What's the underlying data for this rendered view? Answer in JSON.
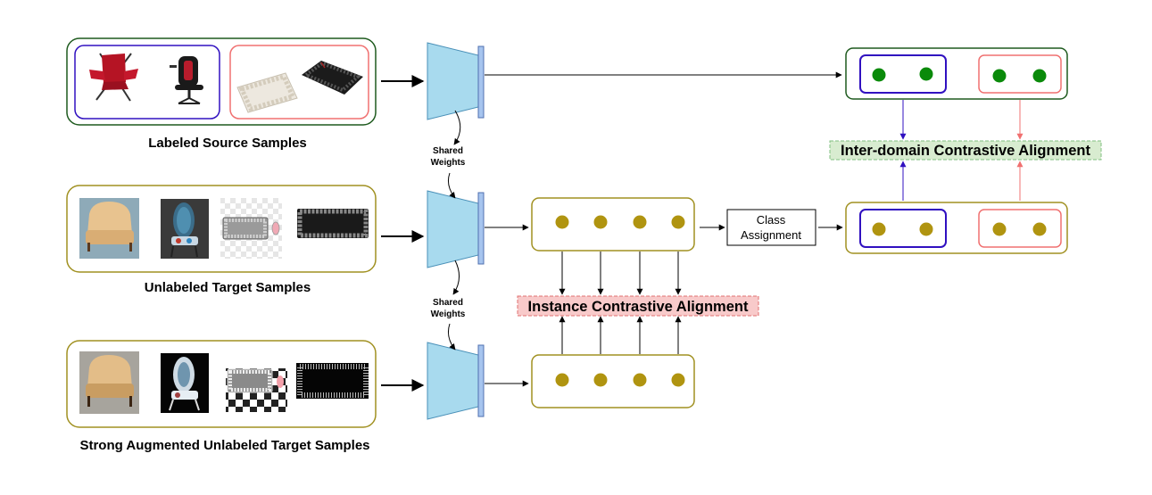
{
  "labels": {
    "source": "Labeled Source Samples",
    "target": "Unlabeled Target Samples",
    "strong": "Strong Augmented Unlabeled Target Samples",
    "shared_1a": "Shared",
    "shared_1b": "Weights",
    "shared_2a": "Shared",
    "shared_2b": "Weights",
    "class_1": "Class",
    "class_2": "Assignment",
    "instance": "Instance Contrastive Alignment",
    "inter": "Inter-domain Contrastive Alignment"
  },
  "colors": {
    "source_border": "#1e5a1e",
    "target_border": "#a09020",
    "chair_group": "#3010c0",
    "keyboard_group": "#f07070",
    "source_dot": "#0a8a0a",
    "target_dot": "#b09410",
    "encoder_fill": "#a8daee",
    "encoder_stroke": "#4a90b8",
    "bar_fill": "#a6c4ee",
    "bar_stroke": "#5070b0",
    "instance_bg": "#f8caca",
    "instance_stroke": "#e07070",
    "inter_bg": "#d8ecd0",
    "inter_stroke": "#80bf80"
  },
  "icons": [
    "red-folding-chair-icon",
    "gaming-chair-icon",
    "white-keyboard-icon",
    "black-keyboard-icon",
    "armchair-photo-icon",
    "ornate-chair-photo-icon",
    "keyboard-mouse-photo-icon",
    "keyboard-photo-icon"
  ]
}
